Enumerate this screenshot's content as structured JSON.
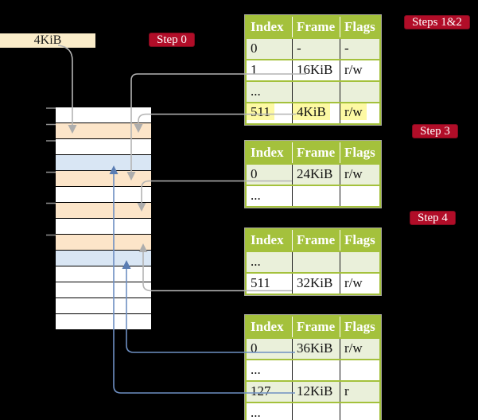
{
  "cr3_box": {
    "label": "4KiB"
  },
  "badges": {
    "step0": "Step 0",
    "steps12": "Steps 1&2",
    "step3": "Step 3",
    "step4": "Step 4"
  },
  "memory": {
    "rows": [
      "white",
      "peach",
      "white",
      "blue",
      "peach",
      "white",
      "peach",
      "white",
      "peach",
      "blue",
      "white",
      "white",
      "white",
      "white"
    ]
  },
  "tables": [
    {
      "name": "page-table-steps-1-2",
      "headers": [
        "Index",
        "Frame",
        "Flags"
      ],
      "rows": [
        [
          "0",
          "-",
          "-"
        ],
        [
          "1",
          "16KiB",
          "r/w"
        ],
        [
          "...",
          "",
          ""
        ],
        [
          "511",
          "4KiB",
          "r/w"
        ]
      ]
    },
    {
      "name": "page-table-step-3",
      "headers": [
        "Index",
        "Frame",
        "Flags"
      ],
      "rows": [
        [
          "0",
          "24KiB",
          "r/w"
        ],
        [
          "...",
          "",
          ""
        ]
      ]
    },
    {
      "name": "page-table-step-4",
      "headers": [
        "Index",
        "Frame",
        "Flags"
      ],
      "rows": [
        [
          "...",
          "",
          ""
        ],
        [
          "511",
          "32KiB",
          "r/w"
        ]
      ]
    },
    {
      "name": "page-table-last-level",
      "headers": [
        "Index",
        "Frame",
        "Flags"
      ],
      "rows": [
        [
          "0",
          "36KiB",
          "r/w"
        ],
        [
          "...",
          "",
          ""
        ],
        [
          "127",
          "12KiB",
          "r"
        ],
        [
          "...",
          "",
          ""
        ]
      ]
    }
  ],
  "colors": {
    "badge_red": "#b10d28",
    "table_header_green": "#a4c13c",
    "table_row_green": "#eaf0da",
    "memory_peach": "#fce5c9",
    "memory_blue": "#d9e6f4",
    "highlight_yellow": "#fdf9a3",
    "cr3_box_cream": "#faecc9",
    "gray_arrow": "#b4b4b4",
    "blue_arrow": "#6e8fc2"
  }
}
